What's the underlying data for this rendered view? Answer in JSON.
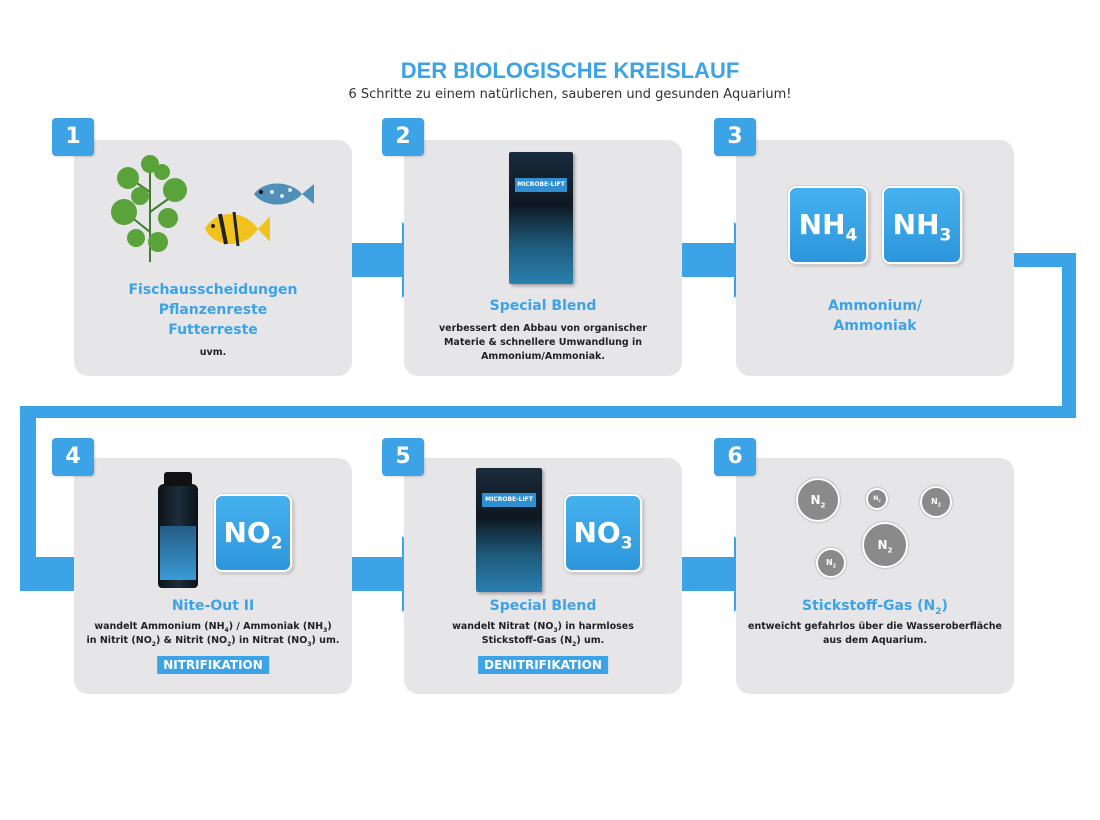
{
  "header": {
    "title": "DER BIOLOGISCHE KREISLAUF",
    "subtitle": "6 Schritte zu einem natürlichen, sauberen und gesunden Aquarium!"
  },
  "colors": {
    "accent": "#3ba3e6",
    "card": "#e6e6e8",
    "bubble": "#8a8a8a"
  },
  "steps": [
    {
      "number": "1",
      "title_lines": [
        "Fischausscheidungen",
        "Pflanzenreste",
        "Futterreste"
      ],
      "description": "uvm.",
      "icons": [
        "plant-icon",
        "fish-icon"
      ]
    },
    {
      "number": "2",
      "title": "Special Blend",
      "description_lines": [
        "verbessert den Abbau von organischer",
        "Materie & schnellere Umwandlung in",
        "Ammonium/Ammoniak."
      ],
      "icons": [
        "product-box-icon"
      ]
    },
    {
      "number": "3",
      "title_lines": [
        "Ammonium/",
        "Ammoniak"
      ],
      "chem": [
        {
          "base": "NH",
          "sub": "4"
        },
        {
          "base": "NH",
          "sub": "3"
        }
      ]
    },
    {
      "number": "4",
      "title": "Nite-Out II",
      "desc_parts": [
        "wandelt Ammonium (NH",
        "4",
        ") / Ammoniak (NH",
        "3",
        ")",
        "in Nitrit (NO",
        "2",
        ") & Nitrit (NO",
        "2",
        ") in Nitrat (NO",
        "3",
        ") um."
      ],
      "chem": {
        "base": "NO",
        "sub": "2"
      },
      "tag": "NITRIFIKATION",
      "icons": [
        "product-bottle-icon"
      ]
    },
    {
      "number": "5",
      "title": "Special Blend",
      "desc_parts": [
        "wandelt Nitrat (NO",
        "3",
        ") in harmloses",
        "Stickstoff-Gas (N",
        "2",
        ") um."
      ],
      "chem": {
        "base": "NO",
        "sub": "3"
      },
      "tag": "DENITRIFIKATION",
      "icons": [
        "product-box-icon"
      ]
    },
    {
      "number": "6",
      "title_base": "Stickstoff-Gas (N",
      "title_sub": "2",
      "title_end": ")",
      "description_lines": [
        "entweicht gefahrlos über die Wasseroberfläche",
        "aus dem Aquarium."
      ],
      "bubble_label": {
        "base": "N",
        "sub": "2"
      }
    }
  ]
}
